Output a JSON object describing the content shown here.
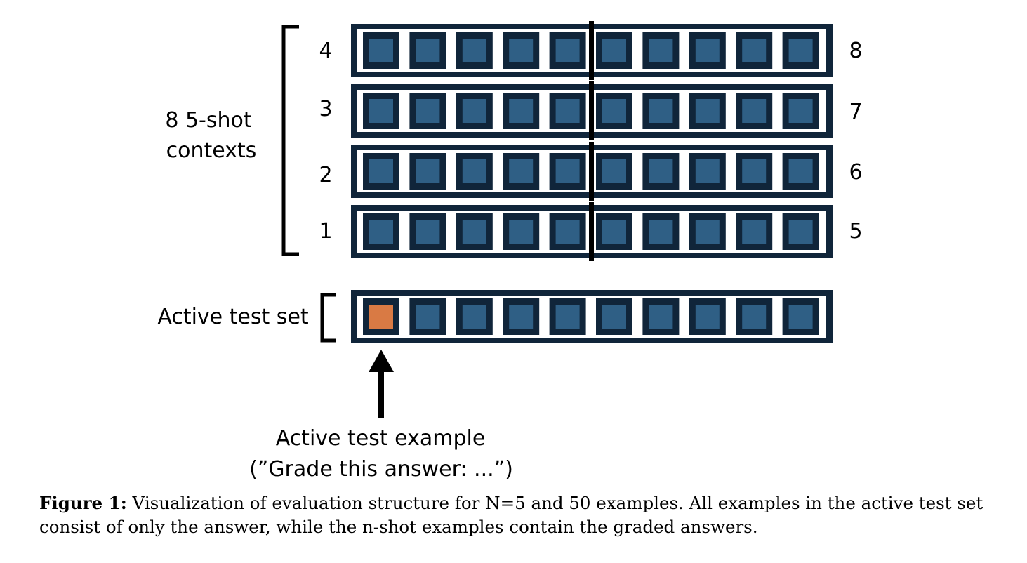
{
  "diagram": {
    "contexts_label_line1": "8 5-shot",
    "contexts_label_line2": "contexts",
    "rows": [
      {
        "left_label": "4",
        "right_label": "8"
      },
      {
        "left_label": "3",
        "right_label": "7"
      },
      {
        "left_label": "2",
        "right_label": "6"
      },
      {
        "left_label": "1",
        "right_label": "5"
      }
    ],
    "slots_per_row": 10,
    "active_test_set_label": "Active test set",
    "active_example_label_line1": "Active test example",
    "active_example_label_line2": "(”Grade this answer: ...”)",
    "active_slot_index": 0
  },
  "colors": {
    "frame": "#10253a",
    "fill": "#2f5f85",
    "active": "#d97a44"
  },
  "caption": {
    "label": "Figure 1:",
    "text": " Visualization of evaluation structure for N=5 and 50 examples. All examples in the active test set consist of only the answer, while the n-shot examples contain the graded answers."
  }
}
